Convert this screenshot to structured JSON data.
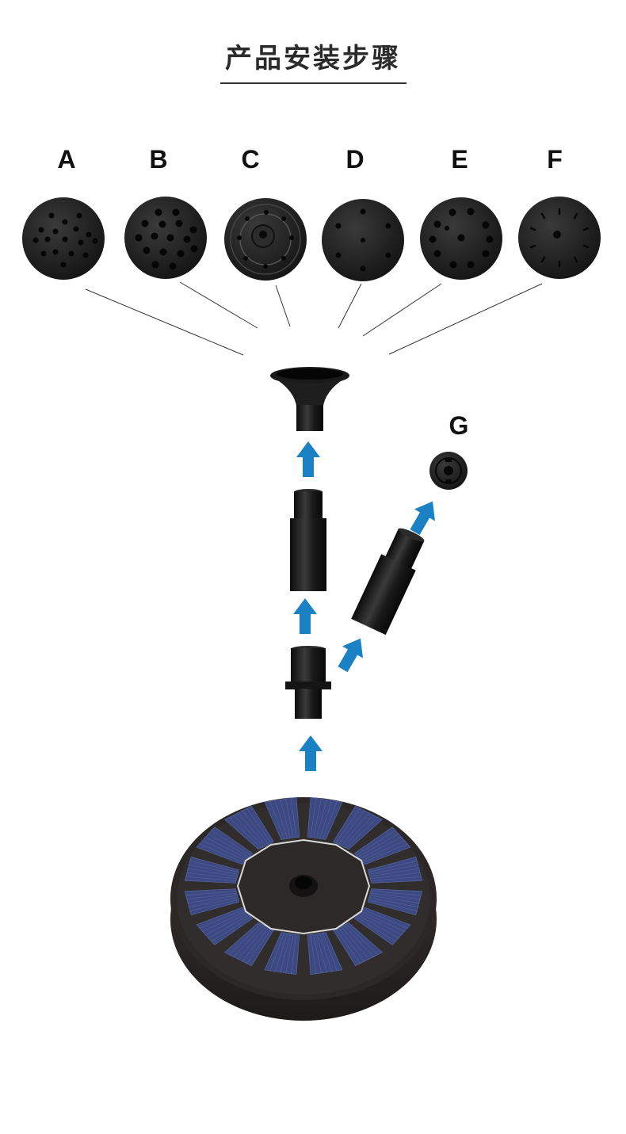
{
  "title": "产品安装步骤",
  "nozzles": [
    {
      "label": "A"
    },
    {
      "label": "B"
    },
    {
      "label": "C"
    },
    {
      "label": "D"
    },
    {
      "label": "E"
    },
    {
      "label": "F"
    }
  ],
  "extra_nozzle": {
    "label": "G"
  },
  "colors": {
    "arrow": "#1a82c4",
    "part": "#1c1c1c",
    "panel": "#3d4a82",
    "base": "#2e2b2a"
  }
}
